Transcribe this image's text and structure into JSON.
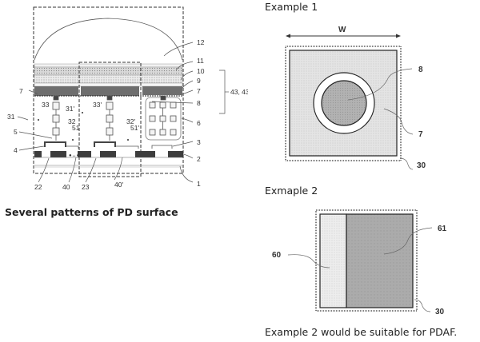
{
  "left_figure": {
    "caption": "Several patterns of PD surface",
    "labels": {
      "l12": "12",
      "l11": "11",
      "l10": "10",
      "l9": "9",
      "l7a": "7",
      "l7b": "7",
      "l43": "43, 43'",
      "l8": "8",
      "l6": "6",
      "l3": "3",
      "l2": "2",
      "l1": "1",
      "l33": "33",
      "l33p": "33'",
      "l31": "31",
      "l31p": "31'",
      "l32": "32",
      "l32p": "32'",
      "l5": "5",
      "l51": "51",
      "l51p": "51'",
      "l4": "4",
      "l22": "22",
      "l40": "40",
      "l23": "23",
      "l40p": "40'"
    }
  },
  "example1": {
    "title": "Example 1",
    "width_label": "W",
    "labels": {
      "l8": "8",
      "l7": "7",
      "l30": "30"
    }
  },
  "example2": {
    "title": "Exmaple 2",
    "labels": {
      "l61": "61",
      "l60": "60",
      "l30": "30"
    },
    "note": "Example 2 would be suitable for PDAF."
  },
  "colors": {
    "dark_fill": "#4a4a4a",
    "layer_dark": "#6e6e6e",
    "light_fill": "#e6e6e6",
    "mid_fill": "#a8a8a8",
    "line": "#333333"
  }
}
